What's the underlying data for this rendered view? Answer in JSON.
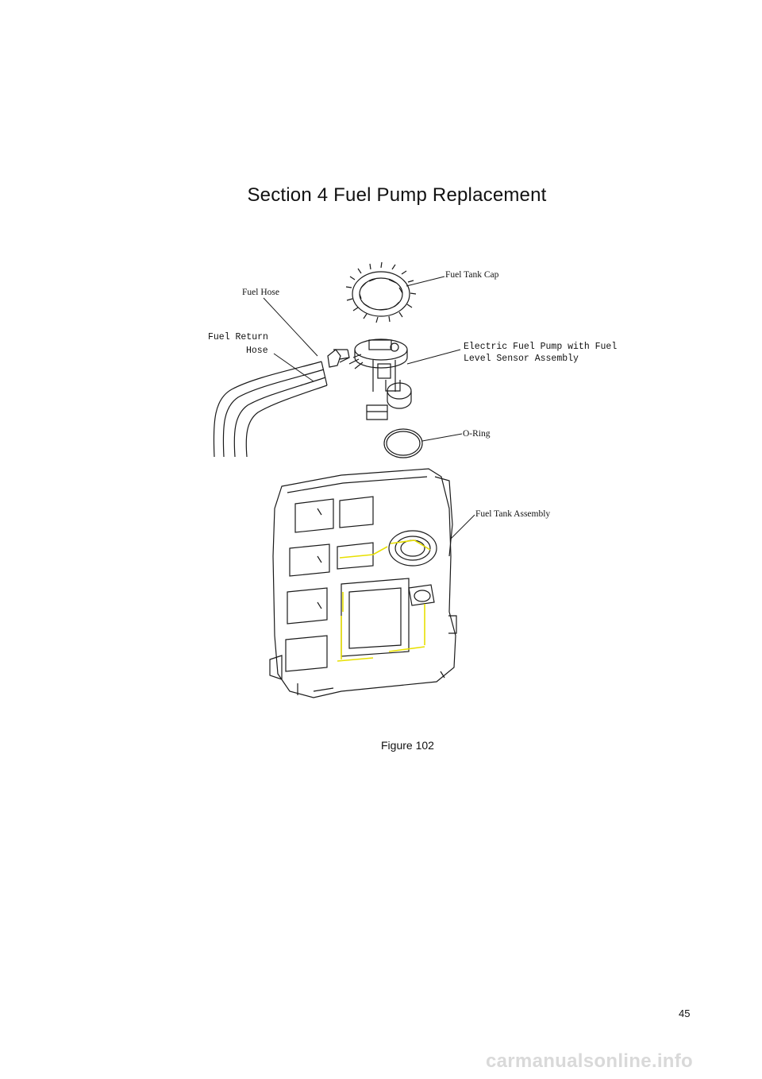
{
  "page": {
    "section_title": "Section 4  Fuel Pump Replacement",
    "figure_caption": "Figure 102",
    "page_number": "45",
    "watermark": "carmanualsonline.info"
  },
  "diagram": {
    "labels": {
      "fuel_tank_cap": "Fuel Tank Cap",
      "fuel_hose": "Fuel Hose",
      "fuel_return_line1": "Fuel Return",
      "fuel_return_line2": "Hose",
      "electric_pump_line1": "Electric Fuel Pump with Fuel",
      "electric_pump_line2": "Level Sensor Assembly",
      "o_ring": "O-Ring",
      "fuel_tank_assembly": "Fuel Tank Assembly"
    },
    "colors": {
      "line": "#1a1a1a",
      "highlight": "#e8e000"
    }
  }
}
